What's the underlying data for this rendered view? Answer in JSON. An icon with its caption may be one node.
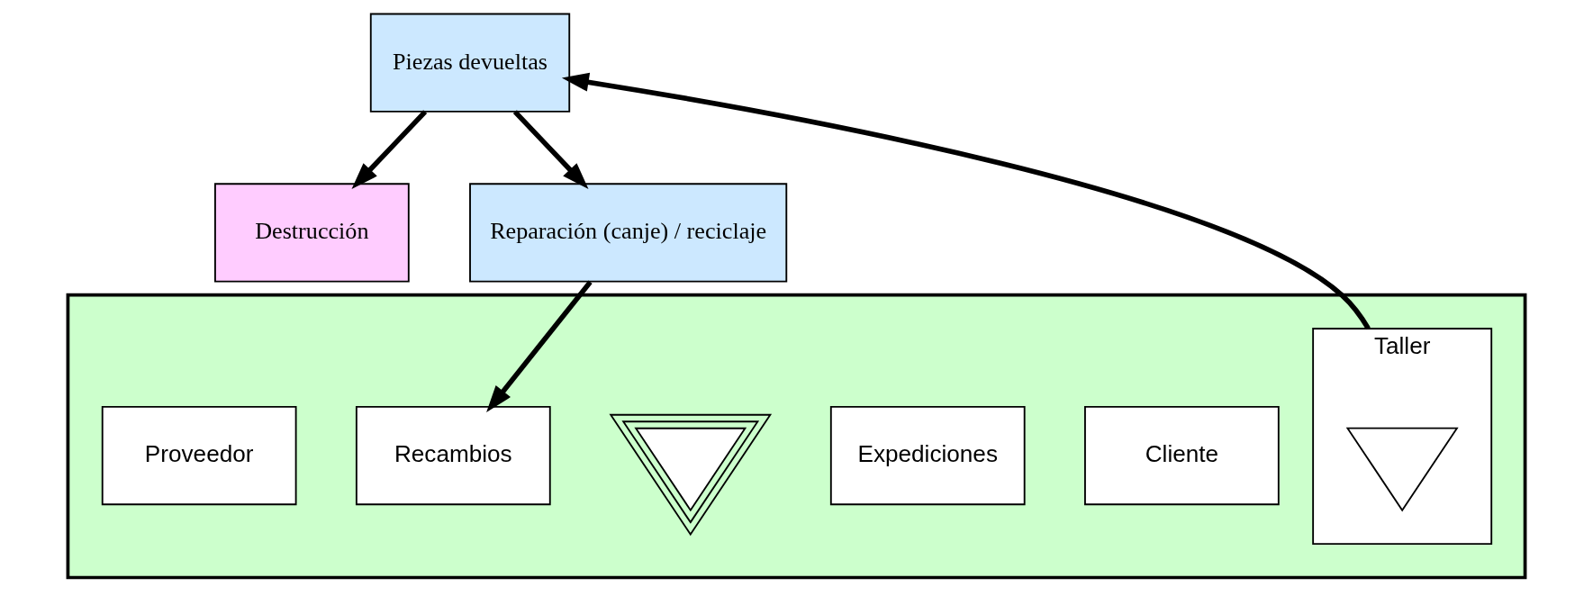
{
  "diagram": {
    "nodes": [
      {
        "text": [
          "Destrucción"
        ]
      },
      {
        "text": [
          "Reparación (canje) / reciclaje"
        ]
      },
      {
        "text": [
          "Piezas devueltas"
        ]
      },
      {
        "text": [],
        "shape": "arrow"
      },
      {
        "text": [
          "Proveedor"
        ],
        "in": 3
      },
      {
        "text": [
          "Recambios"
        ],
        "in": 3
      },
      {
        "text": [],
        "shape": "triangle",
        "in": 3
      },
      {
        "text": [
          "Expediciones"
        ],
        "in": 3
      },
      {
        "text": [
          "Taller"
        ],
        "in": 3
      },
      {
        "text": [],
        "shape": "triangle",
        "in": 8
      },
      {
        "text": [
          "Cliente"
        ],
        "in": 3
      }
    ],
    "edges": [
      {
        "from": 2,
        "to": 0,
        "arrow": "to"
      },
      {
        "from": 2,
        "to": 1,
        "arrow": "to"
      },
      {
        "from": 1,
        "to": 5,
        "arrow": "to"
      },
      {
        "from": 8,
        "to": 2,
        "arrow": "to"
      }
    ]
  }
}
